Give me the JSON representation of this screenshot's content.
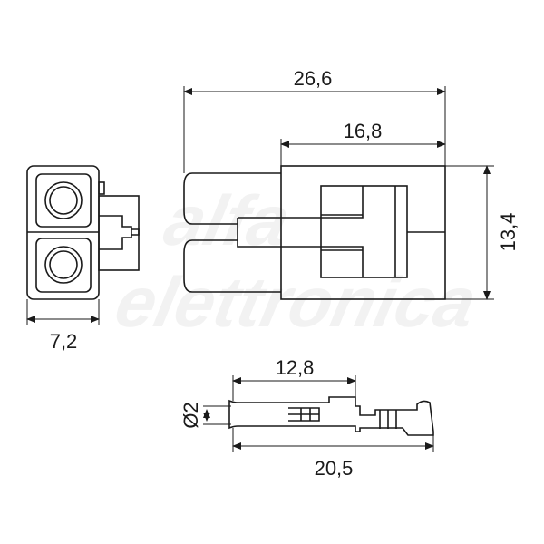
{
  "drawing": {
    "watermark": [
      "alfa",
      "elettronica"
    ],
    "dimensions": {
      "overall_length": "26,6",
      "housing_length": "16,8",
      "height": "13,4",
      "width": "7,2",
      "terminal_contact_length": "12,8",
      "terminal_total_length": "20,5",
      "terminal_diameter": "Ø2"
    }
  }
}
